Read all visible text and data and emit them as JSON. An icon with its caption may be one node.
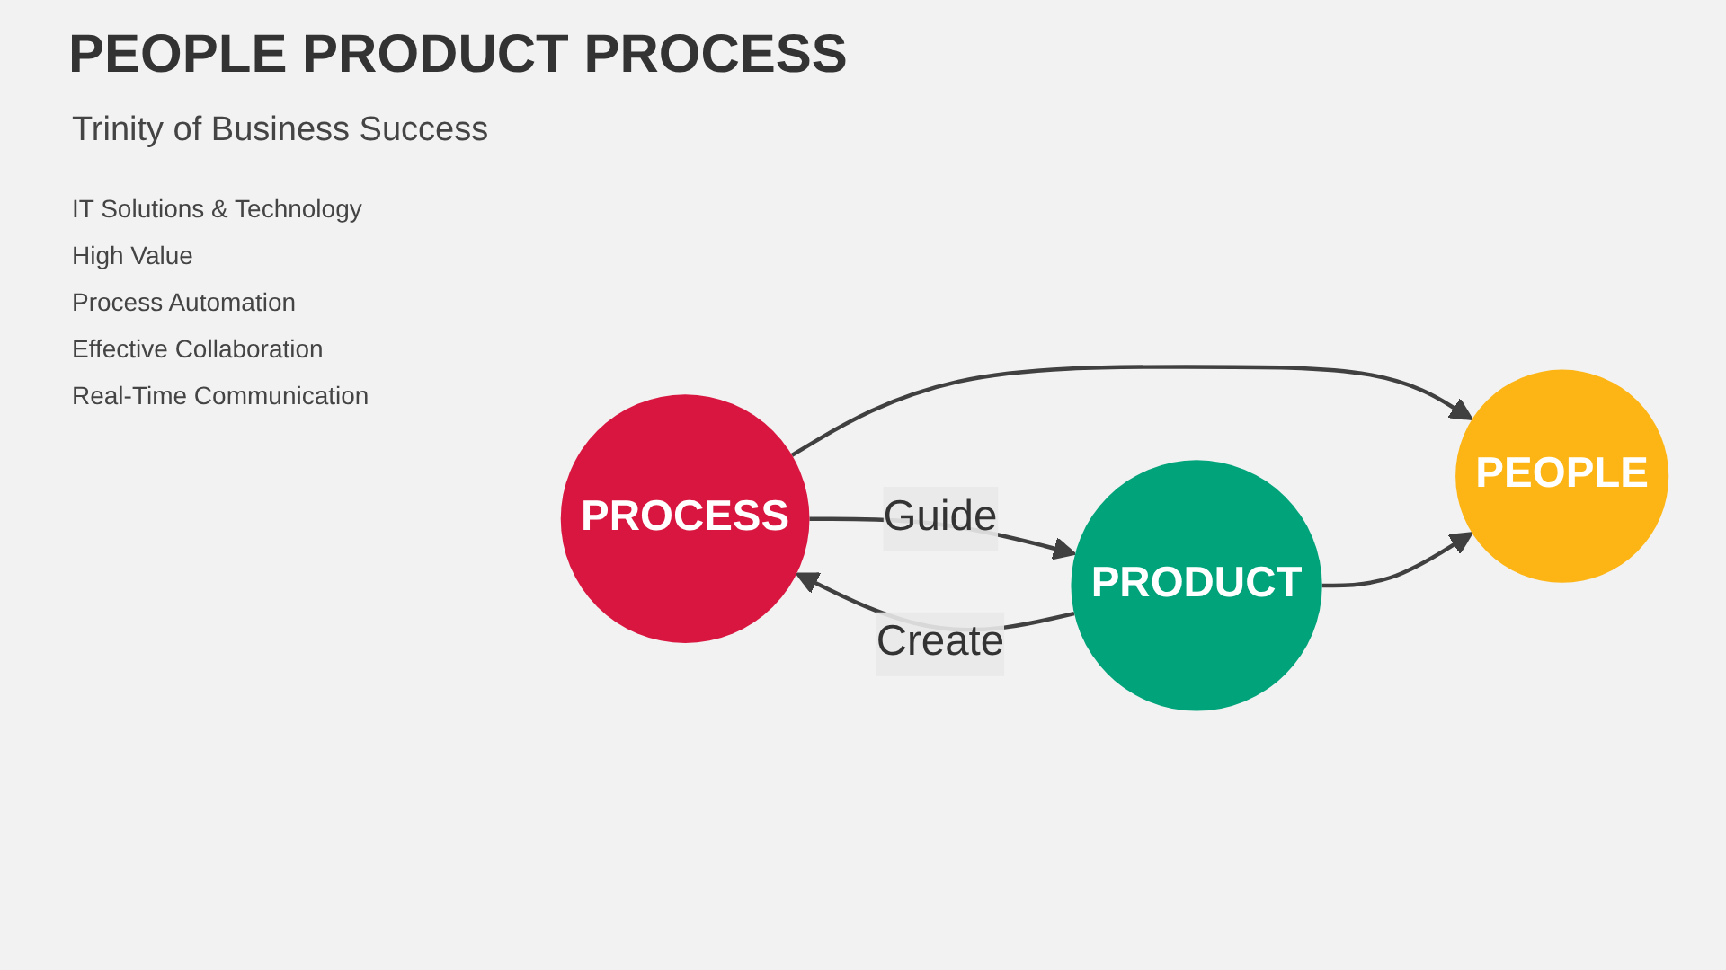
{
  "diagram": {
    "title": "PEOPLE PRODUCT PROCESS",
    "nodes": [
      {
        "text": [
          "PROCESS"
        ]
      },
      {
        "text": [
          "PRODUCT"
        ]
      },
      {
        "text": [
          "PEOPLE"
        ]
      }
    ],
    "edges": [
      {
        "from": 1,
        "to": 0,
        "arrow": "to",
        "label": "Create"
      },
      {
        "from": 0,
        "to": 1,
        "arrow": "to",
        "label": "Guide"
      },
      {
        "from": 0,
        "to": 2,
        "arrow": "to"
      },
      {
        "from": 1,
        "to": 2,
        "arrow": "to"
      }
    ],
    "labels": [
      "Trinity of Business Success",
      "IT Solutions & Technology",
      "High Value",
      "Process Automation",
      "Effective Collaboration",
      "Real-Time Communication"
    ]
  }
}
